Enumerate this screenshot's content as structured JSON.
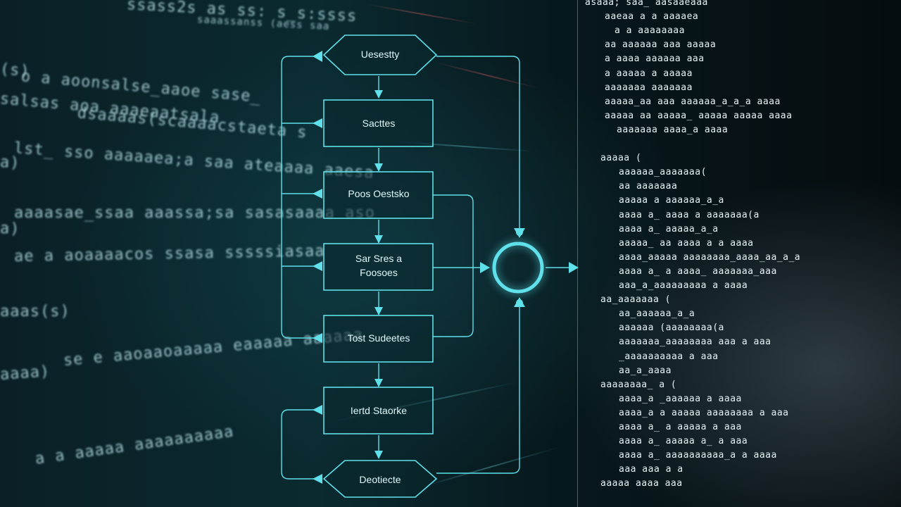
{
  "left_code": [
    "ssass2s as ss: s_s:ssss",
    "saaassanss (aess saa",
    "(s)",
    "o a aoonsalse_aaoe sase_",
    "salsas aoa  aaaeaatsala",
    "dsaaaas(scaaaacstaeta  s",
    "a)",
    "lst_ sso aaaaaea;a saa ateaaaa aaesa",
    "a)",
    "aaaasae_ssaa aaassa;sa sasasaaaa aso",
    "aaas(s)",
    "ae a aoaaaacos ssasa sssssiasaa",
    "aaaa)",
    "se e aaoaaoaaaaa eaaaaa aaaaaa",
    "a a aaaaa aaaaaaaaaa"
  ],
  "right_code": [
    "asaaa; saa_ aasaaeaaa",
    "aaeaa a a aaaaea",
    "a a  aaaaaaaa",
    "aa aaaaaa  aaa aaaaa",
    "a aaaa  aaaaaa  aaa",
    "a  aaaaa a aaaaa",
    "aaaaaaa  aaaaaaa",
    "aaaaa_aa aaa aaaaaa_a_a_a aaaa",
    "aaaaa aa aaaaa_ aaaaa aaaaa aaaa",
    "aaaaaaa aaaa_a aaaa",
    "",
    "aaaaa (",
    "aaaaaa_aaaaaaa(",
    "aa aaaaaaa",
    "aaaaa a aaaaaa_a_a",
    "aaaa a_ aaaa a aaaaaaa(a",
    "aaaa a_ aaaaa_a_a",
    "aaaaa_ aa aaaa a a aaaa",
    "aaaa_aaaaa aaaaaaaa_aaaa_aa_a_a",
    "aaaa a_ a aaaa_ aaaaaaa_aaa",
    "aaa_a_aaaaaaaaa a aaaa",
    "aa_aaaaaaa (",
    "aa_aaaaaa_a_a",
    "aaaaaa (aaaaaaaa(a",
    "aaaaaaa_aaaaaaaa aaa a aaa",
    "_aaaaaaaaaa a aaa",
    "aa_a_aaaa",
    "aaaaaaaa_ a (",
    "aaaa_a _aaaaaa a aaaa",
    "aaaa_a a aaaaa aaaaaaaa a aaa",
    "aaaa a_ a aaaaa a aaa",
    "aaaa a_ aaaaa a_ a aaa",
    "aaaa a_ aaaaaaaaaa_a a aaaa",
    "aaa aaa a a",
    "aaaaa  aaaa aaa"
  ],
  "flowchart": {
    "nodes": [
      {
        "id": "start",
        "shape": "hexagon",
        "label": "Uesestty"
      },
      {
        "id": "step1",
        "shape": "rect",
        "label": "Sacttes"
      },
      {
        "id": "step2",
        "shape": "rect",
        "label": "Poos Oestsko"
      },
      {
        "id": "step3",
        "shape": "rect",
        "label_line1": "Sar Sres a",
        "label_line2": "Foosoes"
      },
      {
        "id": "step4",
        "shape": "rect",
        "label": "Tost Sudeetes"
      },
      {
        "id": "step5",
        "shape": "rect",
        "label": "Iertd Staorke"
      },
      {
        "id": "end",
        "shape": "hexagon",
        "label": "Deotiecte"
      },
      {
        "id": "hub",
        "shape": "circle",
        "label": ""
      }
    ]
  },
  "colors": {
    "accent": "#5fe0ea",
    "background": "#061418",
    "code_text": "#e6f3f5"
  }
}
